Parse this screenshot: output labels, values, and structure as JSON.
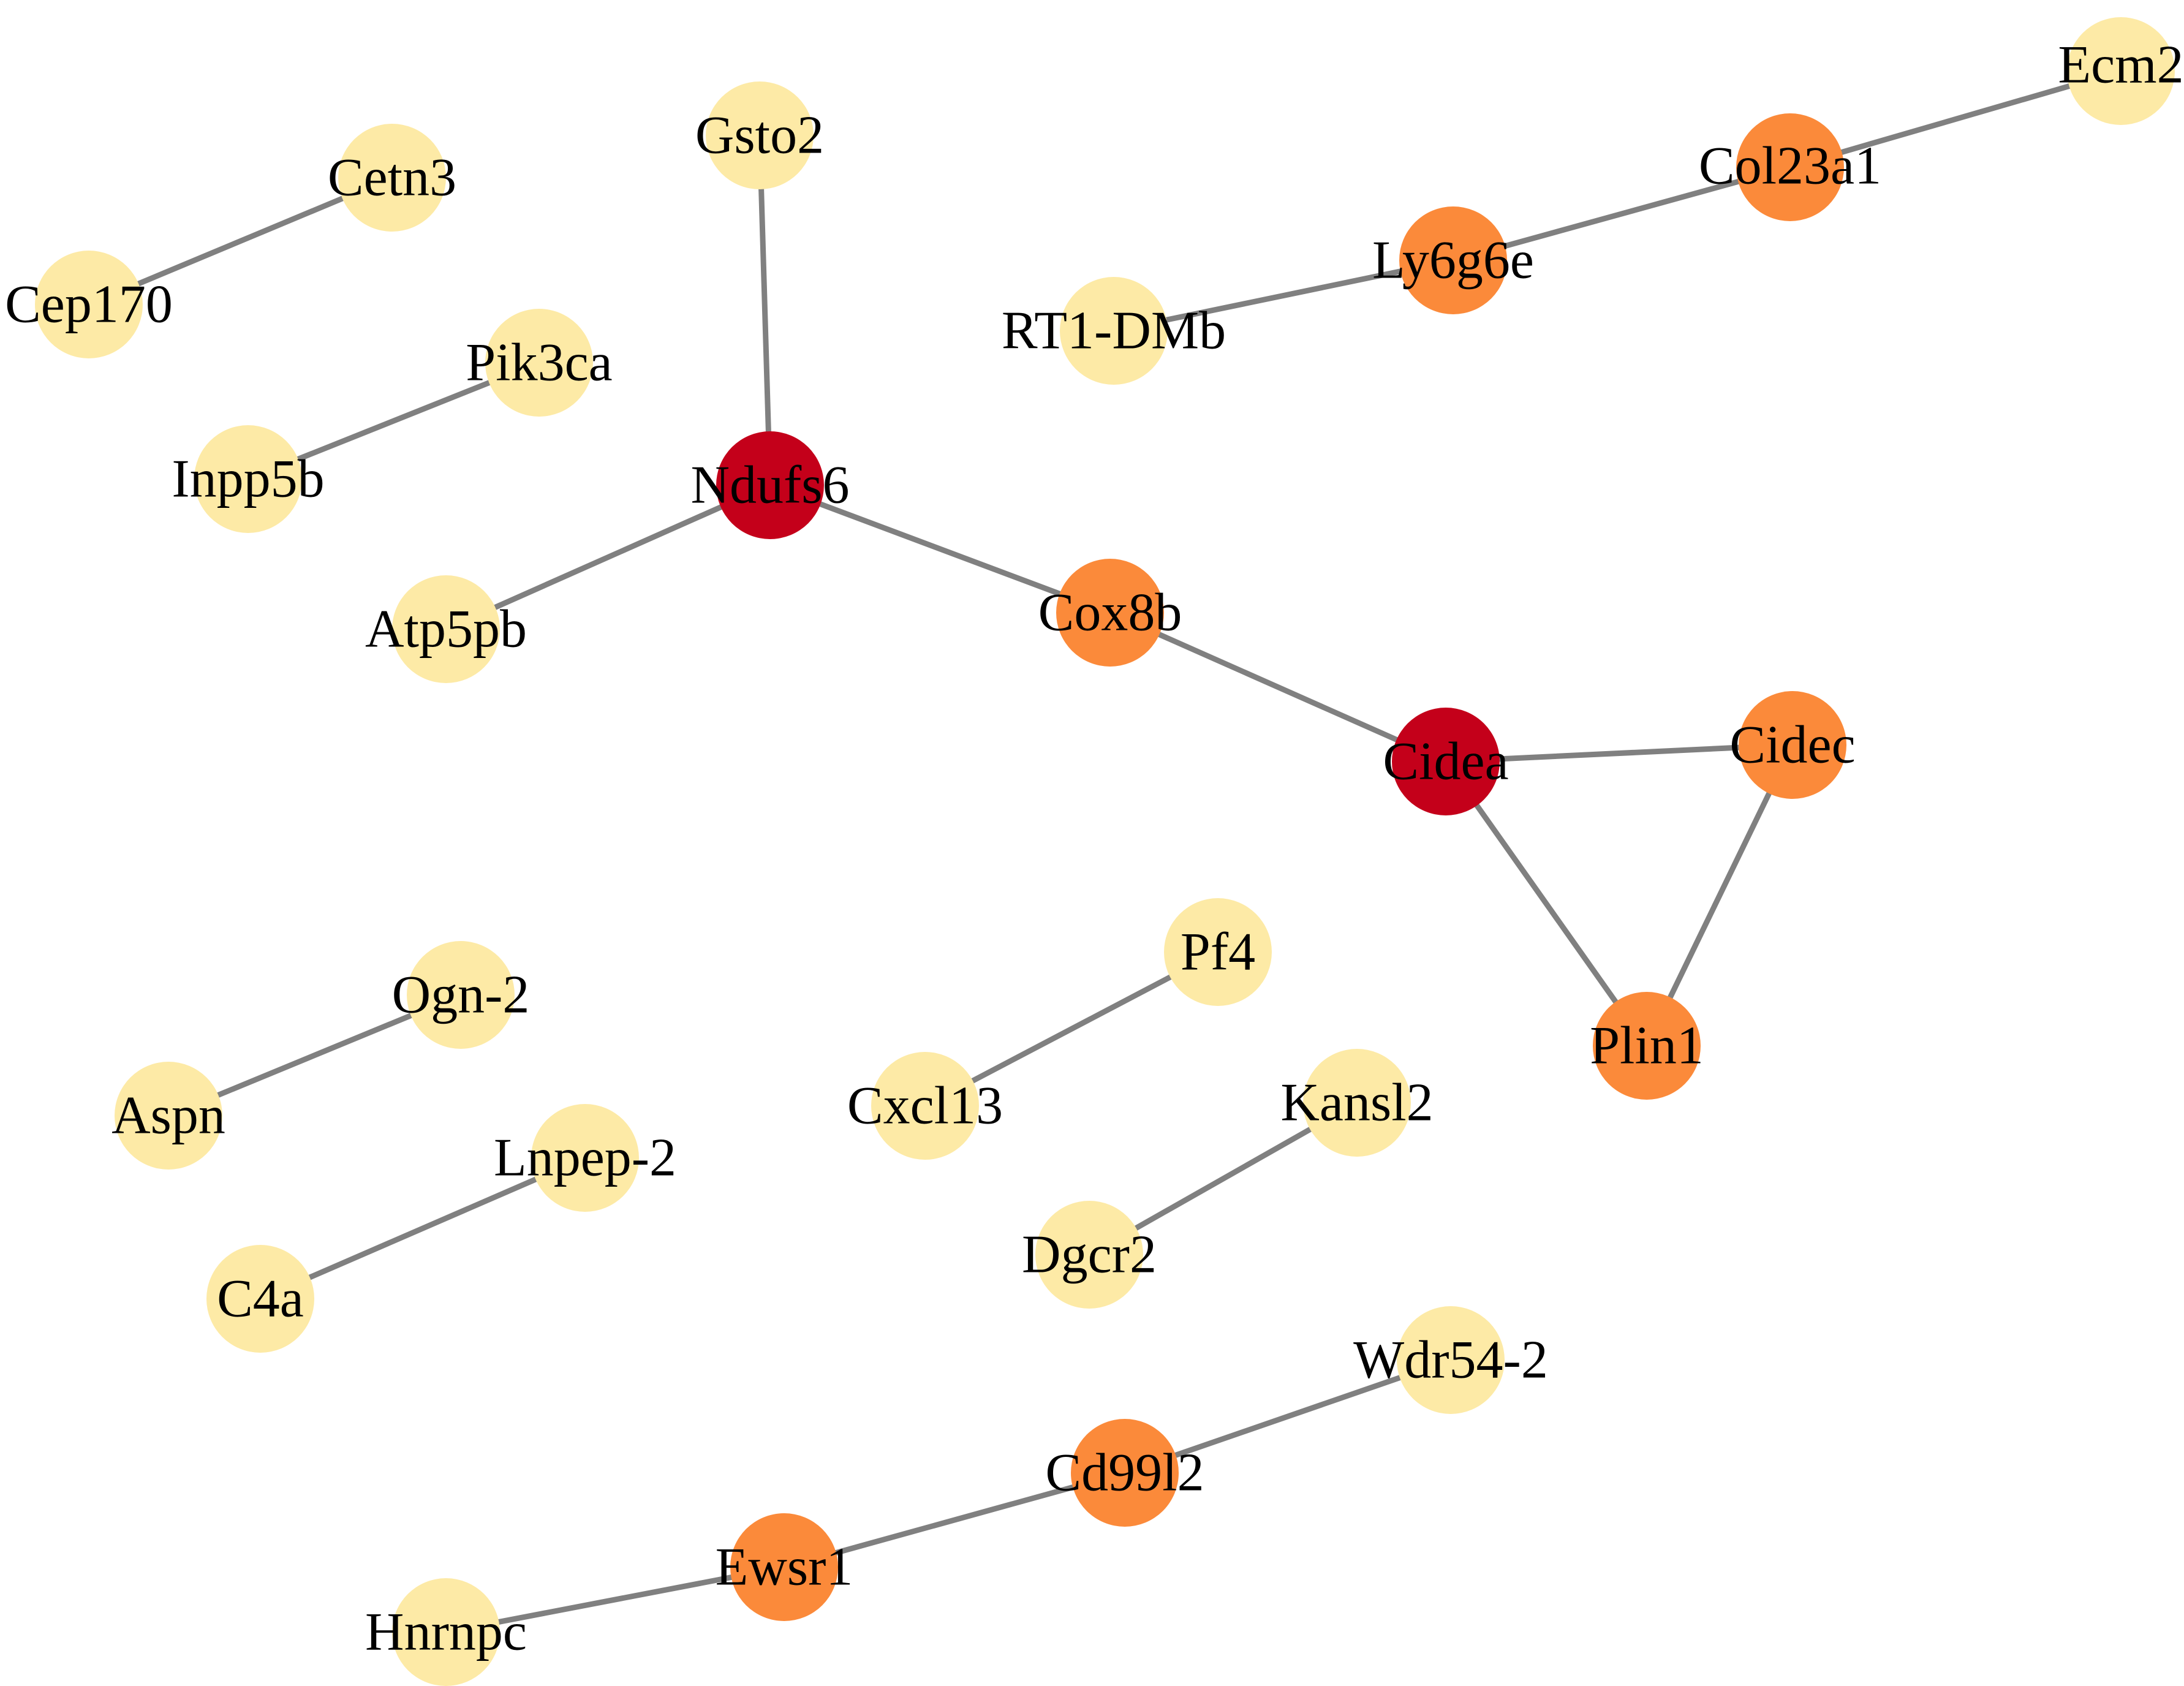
{
  "colors": {
    "low": "#FDEAA6",
    "mid": "#FB8A3A",
    "high": "#C4001A",
    "edge": "#808080"
  },
  "nodes": [
    {
      "id": "Ecm2",
      "label": "Ecm2",
      "level": "low"
    },
    {
      "id": "Col23a1",
      "label": "Col23a1",
      "level": "mid"
    },
    {
      "id": "Ly6g6e",
      "label": "Ly6g6e",
      "level": "mid"
    },
    {
      "id": "RT1-DMb",
      "label": "RT1-DMb",
      "level": "low"
    },
    {
      "id": "Gsto2",
      "label": "Gsto2",
      "level": "low"
    },
    {
      "id": "Cetn3",
      "label": "Cetn3",
      "level": "low"
    },
    {
      "id": "Cep170",
      "label": "Cep170",
      "level": "low"
    },
    {
      "id": "Pik3ca",
      "label": "Pik3ca",
      "level": "low"
    },
    {
      "id": "Inpp5b",
      "label": "Inpp5b",
      "level": "low"
    },
    {
      "id": "Ndufs6",
      "label": "Ndufs6",
      "level": "high"
    },
    {
      "id": "Atp5pb",
      "label": "Atp5pb",
      "level": "low"
    },
    {
      "id": "Cox8b",
      "label": "Cox8b",
      "level": "mid"
    },
    {
      "id": "Cidea",
      "label": "Cidea",
      "level": "high"
    },
    {
      "id": "Cidec",
      "label": "Cidec",
      "level": "mid"
    },
    {
      "id": "Plin1",
      "label": "Plin1",
      "level": "mid"
    },
    {
      "id": "Pf4",
      "label": "Pf4",
      "level": "low"
    },
    {
      "id": "Cxcl13",
      "label": "Cxcl13",
      "level": "low"
    },
    {
      "id": "Ogn-2",
      "label": "Ogn-2",
      "level": "low"
    },
    {
      "id": "Aspn",
      "label": "Aspn",
      "level": "low"
    },
    {
      "id": "Lnpep-2",
      "label": "Lnpep-2",
      "level": "low"
    },
    {
      "id": "C4a",
      "label": "C4a",
      "level": "low"
    },
    {
      "id": "Kansl2",
      "label": "Kansl2",
      "level": "low"
    },
    {
      "id": "Dgcr2",
      "label": "Dgcr2",
      "level": "low"
    },
    {
      "id": "Wdr54-2",
      "label": "Wdr54-2",
      "level": "low"
    },
    {
      "id": "Cd99l2",
      "label": "Cd99l2",
      "level": "mid"
    },
    {
      "id": "Ewsr1",
      "label": "Ewsr1",
      "level": "mid"
    },
    {
      "id": "Hnrnpc",
      "label": "Hnrnpc",
      "level": "low"
    }
  ],
  "edges": [
    [
      "Ecm2",
      "Col23a1"
    ],
    [
      "Col23a1",
      "Ly6g6e"
    ],
    [
      "Ly6g6e",
      "RT1-DMb"
    ],
    [
      "Cetn3",
      "Cep170"
    ],
    [
      "Pik3ca",
      "Inpp5b"
    ],
    [
      "Gsto2",
      "Ndufs6"
    ],
    [
      "Ndufs6",
      "Atp5pb"
    ],
    [
      "Ndufs6",
      "Cox8b"
    ],
    [
      "Cox8b",
      "Cidea"
    ],
    [
      "Cidea",
      "Cidec"
    ],
    [
      "Cidea",
      "Plin1"
    ],
    [
      "Cidec",
      "Plin1"
    ],
    [
      "Pf4",
      "Cxcl13"
    ],
    [
      "Ogn-2",
      "Aspn"
    ],
    [
      "Lnpep-2",
      "C4a"
    ],
    [
      "Kansl2",
      "Dgcr2"
    ],
    [
      "Wdr54-2",
      "Cd99l2"
    ],
    [
      "Cd99l2",
      "Ewsr1"
    ],
    [
      "Ewsr1",
      "Hnrnpc"
    ]
  ]
}
